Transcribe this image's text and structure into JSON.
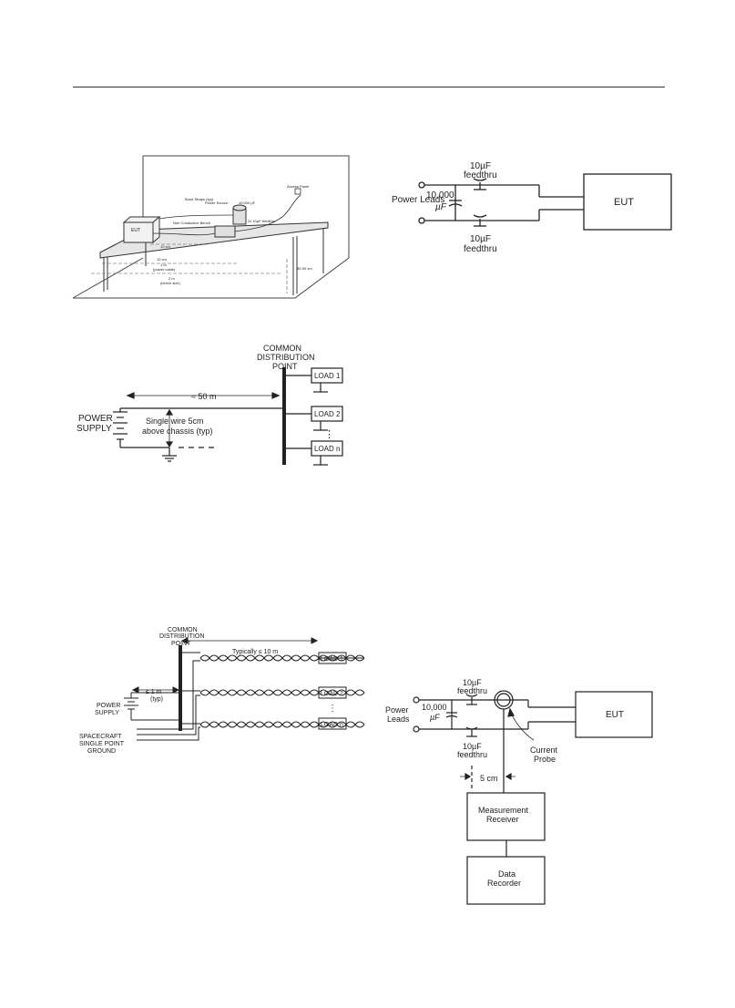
{
  "setup": {
    "labels": {
      "eut": "EUT",
      "bond_straps": "Bond Straps (typ)",
      "power_source": "Power Source",
      "cap": "10,000 µF",
      "access_panel": "Access Panel",
      "bench": "Non Conductive Bench",
      "feedthru": "2x 10µF feedthru",
      "dim_a": "10 cm",
      "dim_b": "10 cm",
      "dim_c": "1 m",
      "power_cable": "(power cable)",
      "dim_d": "2 m",
      "bench_size": "(bench size)",
      "height": "80-90 cm"
    }
  },
  "fig_eut": {
    "power_leads": "Power Leads",
    "cap_value": "10,000",
    "cap_unit": "µF",
    "feedthru_value": "10µF",
    "feedthru_word": "feedthru",
    "eut": "EUT"
  },
  "fig_single": {
    "common": "COMMON",
    "distribution": "DISTRIBUTION",
    "point": "POINT",
    "distance": "≈ 50 m",
    "power": "POWER",
    "supply": "SUPPLY",
    "wire_note_1": "Single wire 5cm",
    "wire_note_2": "above chassis (typ)",
    "load_1": "LOAD 1",
    "load_2": "LOAD 2",
    "load_n": "LOAD n",
    "ellipsis": "⋮"
  },
  "fig_twisted": {
    "common": "COMMON",
    "distribution": "DISTRIBUTION",
    "point": "POINT",
    "typically": "Typically ≤ 10 m",
    "short_dist": "≤ 1 m",
    "typ": "(typ)",
    "power": "POWER",
    "supply": "SUPPLY",
    "sc_1": "SPACECRAFT",
    "sc_2": "SINGLE POINT",
    "sc_3": "GROUND",
    "load_1": "LOAD 1",
    "load_2": "LOAD 2",
    "load_n": "LOAD n",
    "ellipsis": "⋮"
  },
  "fig_probe": {
    "power_leads_1": "Power",
    "power_leads_2": "Leads",
    "cap_value": "10,000",
    "cap_unit": "µF",
    "feedthru_value": "10µF",
    "feedthru_word": "feedthru",
    "eut": "EUT",
    "probe_1": "Current",
    "probe_2": "Probe",
    "distance": "5 cm",
    "receiver_1": "Measurement",
    "receiver_2": "Receiver",
    "recorder_1": "Data",
    "recorder_2": "Recorder"
  }
}
